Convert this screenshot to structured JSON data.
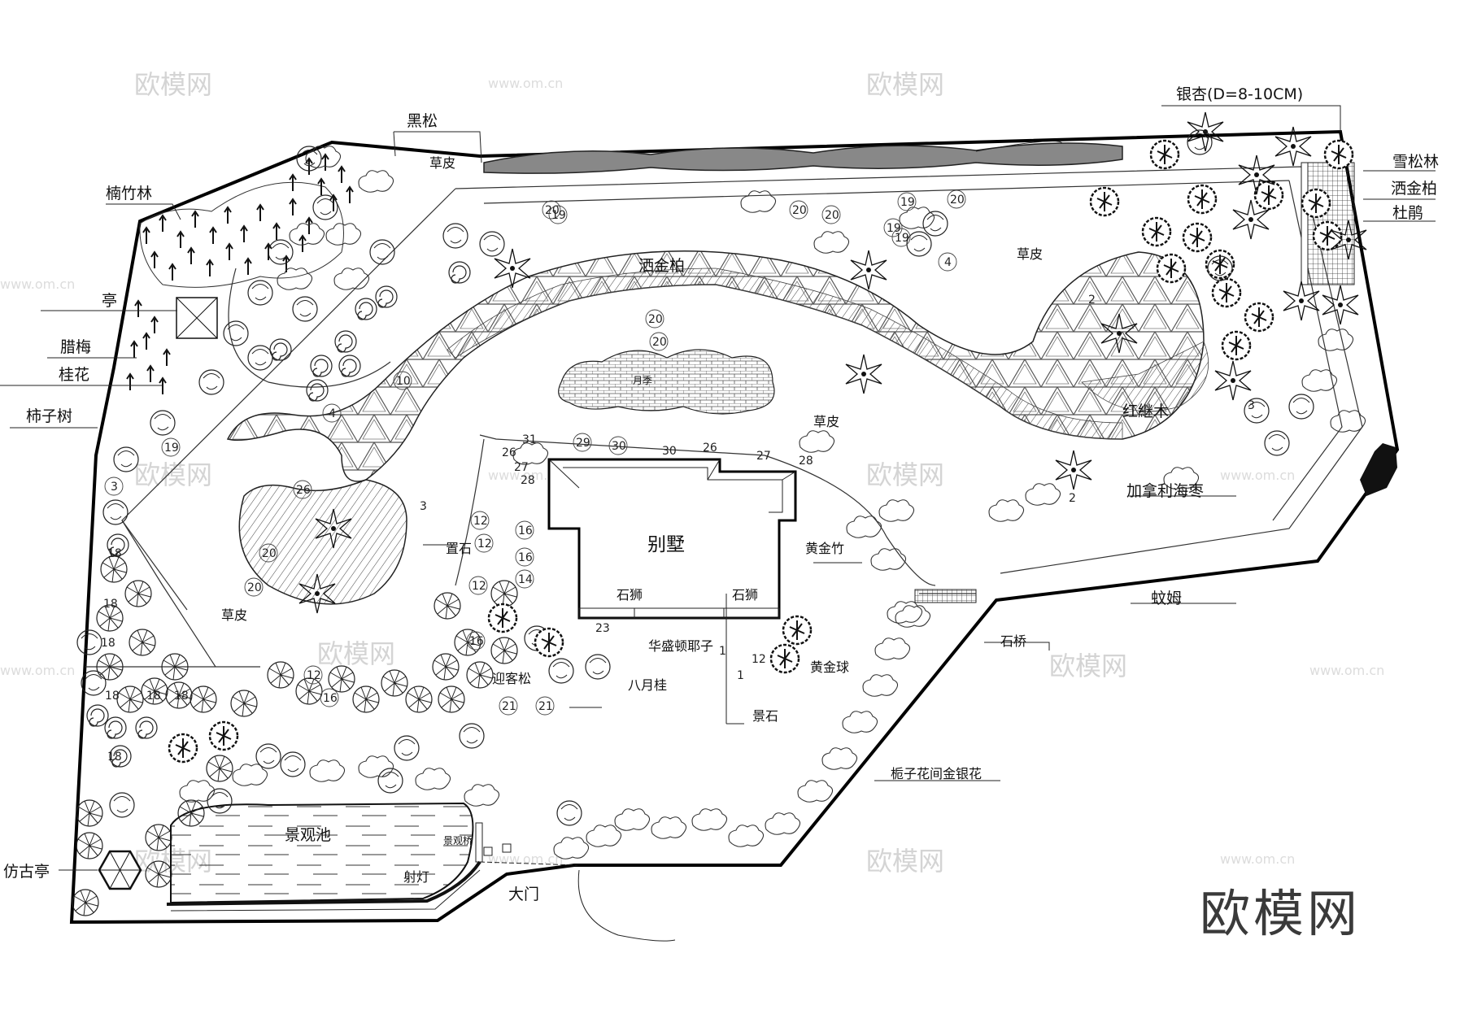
{
  "watermark": {
    "text": "欧模网",
    "url": "www.om.cn"
  },
  "brand": "欧模网",
  "labels": {
    "heisong": "黑松",
    "ginkgo": "银杏(D=8-10CM)",
    "nanzhulin": "楠竹林",
    "ting": "亭",
    "lamei": "腊梅",
    "guihua": "桂花",
    "shizishu": "柿子树",
    "xuesonglin": "雪松林",
    "sajinbai_right": "洒金柏",
    "dujuan": "杜鹃",
    "sajinbai_main": "洒金柏",
    "caopi_top": "草皮",
    "caopi_right": "草皮",
    "caopi_center": "草皮",
    "caopi_left": "草皮",
    "yueji": "月季",
    "hongjimu": "红継木",
    "jianaliharzao": "加拿利海枣",
    "bieshu": "别墅",
    "huangjinzhu": "黄金竹",
    "zhishi": "置石",
    "shishi_left": "石狮",
    "shishi_right": "石狮",
    "washingtonia": "华盛顿耶子",
    "huangjinqiu": "黄金球",
    "jingshi": "景石",
    "bayuegui": "八月桂",
    "yingkesong": "迎客松",
    "wenmu": "蚊姆",
    "shiqiao": "石桥",
    "zhizihua": "栀子花间金银花",
    "jingguanchi": "景观池",
    "jingguanqiao": "景观桥",
    "shedeng": "射灯",
    "damen": "大门",
    "fanggu": "仿古亭"
  },
  "numbers": {
    "n20a": "20",
    "n20b": "20",
    "n19a": "19",
    "n20c": "20",
    "n19b": "19",
    "n19c": "19",
    "n4a": "4",
    "n19d": "19",
    "n20d": "20",
    "n20e": "20",
    "n20f": "20",
    "n10": "10",
    "n4b": "4",
    "n19e": "19",
    "n3a": "3",
    "n26a": "26",
    "n20g": "20",
    "n20h": "20",
    "n12a": "12",
    "n12b": "12",
    "n16a": "16",
    "n16b": "16",
    "n12c": "12",
    "n14": "14",
    "n23": "23",
    "n16c": "16",
    "n12d": "12",
    "n16d": "16",
    "n21a": "21",
    "n21b": "21",
    "n18a": "18",
    "n18b": "18",
    "n18c": "18",
    "n18d": "18",
    "n18e": "18",
    "n18f": "18",
    "n18g": "18",
    "n31": "31",
    "n29": "29",
    "n30a": "30",
    "n26b": "26",
    "n27a": "27",
    "n28a": "28",
    "n30b": "30",
    "n26c": "26",
    "n27b": "27",
    "n28b": "28",
    "n12e": "12",
    "n3b": "3",
    "n2a": "2",
    "n2b": "2",
    "n3c": "3",
    "n1a": "1",
    "n1b": "1"
  }
}
